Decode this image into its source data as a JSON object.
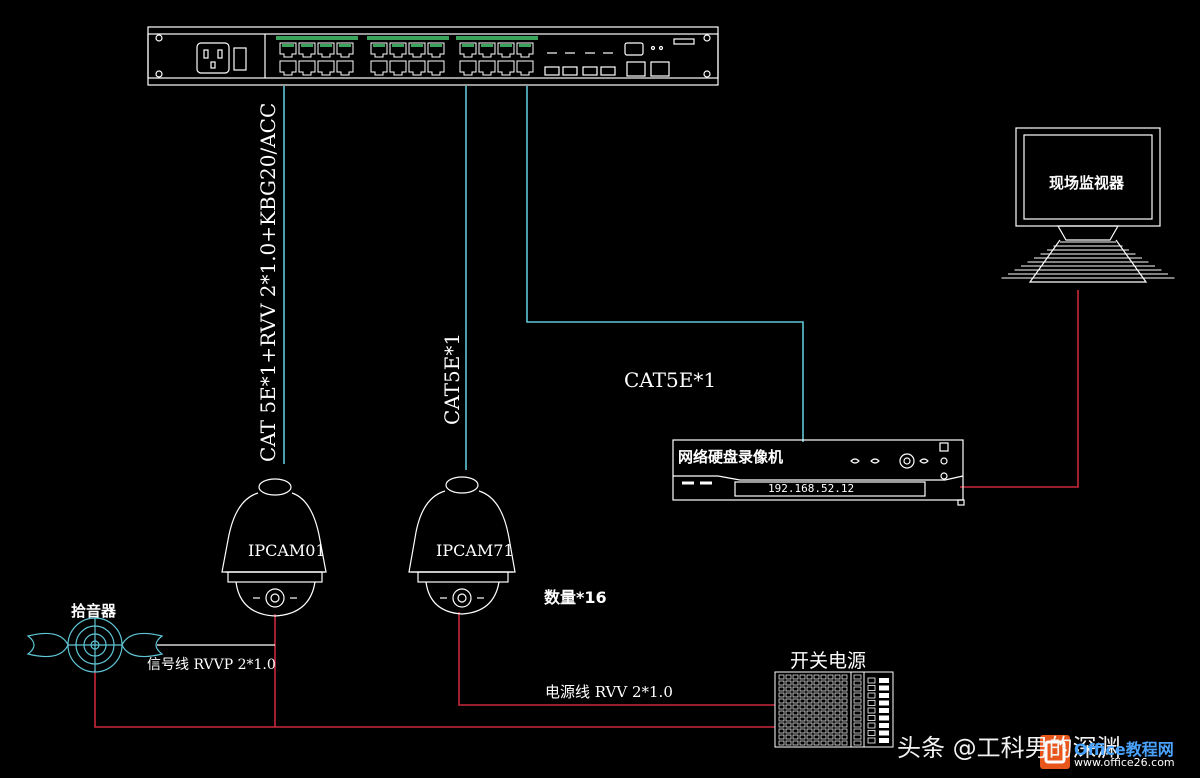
{
  "labels": {
    "cable_left": "CAT 5E*1+RVV 2*1.0+KBG20/ACC",
    "cable_mid": "CAT5E*1",
    "cable_nvr": "CAT5E*1",
    "monitor": "现场监视器",
    "nvr": "网络硬盘录像机",
    "nvr_ip": "192.168.52.12",
    "camera1": "IPCAM01",
    "camera2": "IPCAM71",
    "quantity": "数量*16",
    "mic": "拾音器",
    "signal_line": "信号线 RVVP 2*1.0",
    "power_line": "电源线 RVV 2*1.0",
    "power_supply": "开关电源",
    "watermark": "头条 @工科男的深渊",
    "site_name": "Office教程网",
    "site_url": "www.office26.com"
  },
  "colors": {
    "background": "#000000",
    "device_stroke": "#ffffff",
    "network_cable": "#5fc6d6",
    "power_cable": "#c8283c",
    "port_green": "#3aa55a",
    "logo_orange": "#e8561c"
  }
}
